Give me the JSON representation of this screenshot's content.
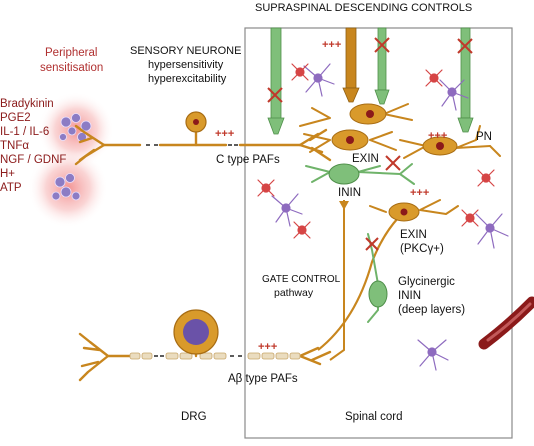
{
  "labels": {
    "top_title": "SUPRASPINAL DESCENDING CONTROLS",
    "peripheral_line1": "Peripheral",
    "peripheral_line2": "sensitisation",
    "sensory_line1": "SENSORY NEURONE",
    "sensory_line2": "hypersensitivity",
    "sensory_line3": "hyperexcitability",
    "mediators": [
      "Bradykinin",
      "PGE2",
      "IL-1 / IL-6",
      "TNFα",
      "NGF / GDNF",
      "H+",
      "ATP"
    ],
    "c_type": "C type PAFs",
    "ab_type": "Aβ type PAFs",
    "plus_c": "+++",
    "plus_top": "+++",
    "plus_pn": "+++",
    "plus_exin2": "+++",
    "plus_ab": "+++",
    "pn": "PN",
    "exin1": "EXIN",
    "inin": "ININ",
    "exin2_line1": "EXIN",
    "exin2_line2": "(PKCγ+)",
    "gly_line1": "Glycinergic",
    "gly_line2": "ININ",
    "gly_line3": "(deep layers)",
    "gate_line1": "GATE CONTROL",
    "gate_line2": "pathway",
    "drg": "DRG",
    "spinal": "Spinal cord"
  },
  "colors": {
    "neuron_orange": "#c8861e",
    "soma_orange": "#d99a2b",
    "inhibitory_green": "#6fb36a",
    "descending_green": "#7fbf7a",
    "descending_brown": "#c8861e",
    "cross_red": "#c0392b",
    "mediator_text": "#8b1a1a",
    "peripheral_text": "#b03030",
    "glia_purple": "#8e6bbf",
    "glia_red": "#d64545",
    "vessel": "#8b1a1a",
    "drg_soma_core": "#6a52a8",
    "box_border": "#8a8a8a"
  }
}
